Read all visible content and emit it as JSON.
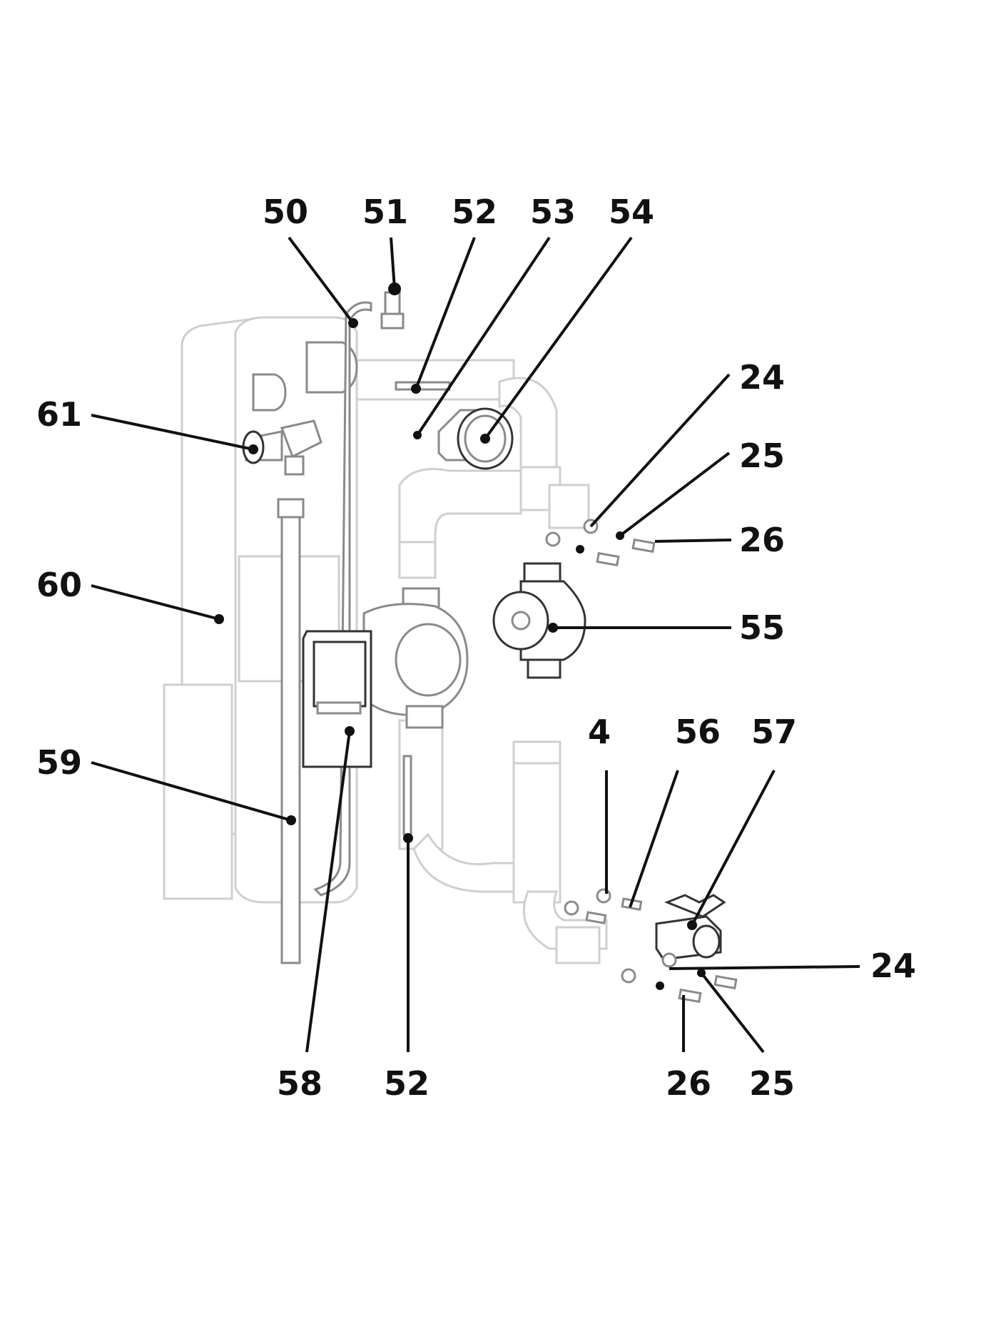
{
  "diagram": {
    "callouts": [
      {
        "id": "c50",
        "text": "50"
      },
      {
        "id": "c51",
        "text": "51"
      },
      {
        "id": "c52a",
        "text": "52"
      },
      {
        "id": "c53",
        "text": "53"
      },
      {
        "id": "c54",
        "text": "54"
      },
      {
        "id": "c24a",
        "text": "24"
      },
      {
        "id": "c25a",
        "text": "25"
      },
      {
        "id": "c26a",
        "text": "26"
      },
      {
        "id": "c61",
        "text": "61"
      },
      {
        "id": "c60",
        "text": "60"
      },
      {
        "id": "c55",
        "text": "55"
      },
      {
        "id": "c4",
        "text": "4"
      },
      {
        "id": "c56",
        "text": "56"
      },
      {
        "id": "c57",
        "text": "57"
      },
      {
        "id": "c59",
        "text": "59"
      },
      {
        "id": "c24b",
        "text": "24"
      },
      {
        "id": "c58",
        "text": "58"
      },
      {
        "id": "c52b",
        "text": "52"
      },
      {
        "id": "c26b",
        "text": "26"
      },
      {
        "id": "c25b",
        "text": "25"
      }
    ]
  }
}
